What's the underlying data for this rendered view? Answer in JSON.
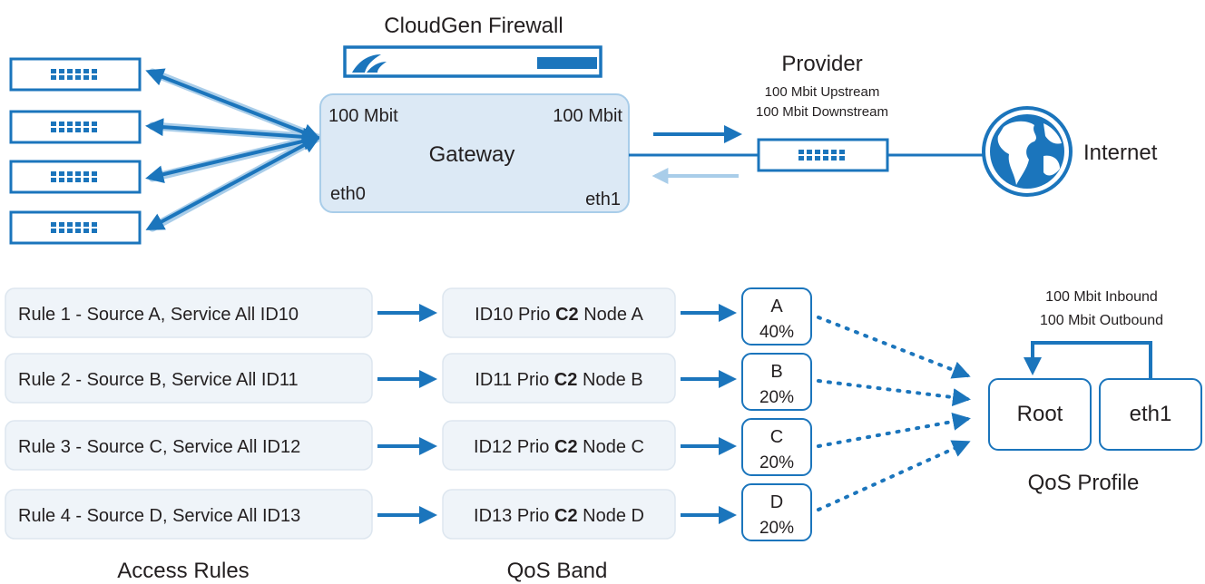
{
  "colors": {
    "blue": "#1b75bc",
    "light_blue": "#a9cde9",
    "box_fill": "#dce9f5",
    "rule_fill": "#eff4f9",
    "text": "#231f20"
  },
  "firewall": {
    "title": "CloudGen Firewall",
    "left_speed": "100 Mbit",
    "right_speed": "100 Mbit",
    "label": "Gateway",
    "left_iface": "eth0",
    "right_iface": "eth1"
  },
  "provider": {
    "title": "Provider",
    "upstream": "100 Mbit Upstream",
    "downstream": "100 Mbit Downstream"
  },
  "internet": {
    "label": "Internet",
    "icon": "globe-icon"
  },
  "access_rules": {
    "caption": "Access Rules",
    "items": [
      "Rule 1 - Source A, Service All ID10",
      "Rule 2 - Source B, Service All ID11",
      "Rule 3 - Source C, Service All ID12",
      "Rule 4 - Source D, Service All ID13"
    ]
  },
  "qos_band": {
    "caption": "QoS Band",
    "items": [
      {
        "id": "ID10",
        "prio": "Prio",
        "cls": "C2",
        "node": "Node A"
      },
      {
        "id": "ID11",
        "prio": "Prio",
        "cls": "C2",
        "node": "Node B"
      },
      {
        "id": "ID12",
        "prio": "Prio",
        "cls": "C2",
        "node": "Node C"
      },
      {
        "id": "ID13",
        "prio": "Prio",
        "cls": "C2",
        "node": "Node D"
      }
    ]
  },
  "nodes": [
    {
      "letter": "A",
      "percent": "40%"
    },
    {
      "letter": "B",
      "percent": "20%"
    },
    {
      "letter": "C",
      "percent": "20%"
    },
    {
      "letter": "D",
      "percent": "20%"
    }
  ],
  "qos_profile": {
    "caption": "QoS Profile",
    "inbound": "100 Mbit Inbound",
    "outbound": "100 Mbit Outbound",
    "root": "Root",
    "iface": "eth1"
  }
}
